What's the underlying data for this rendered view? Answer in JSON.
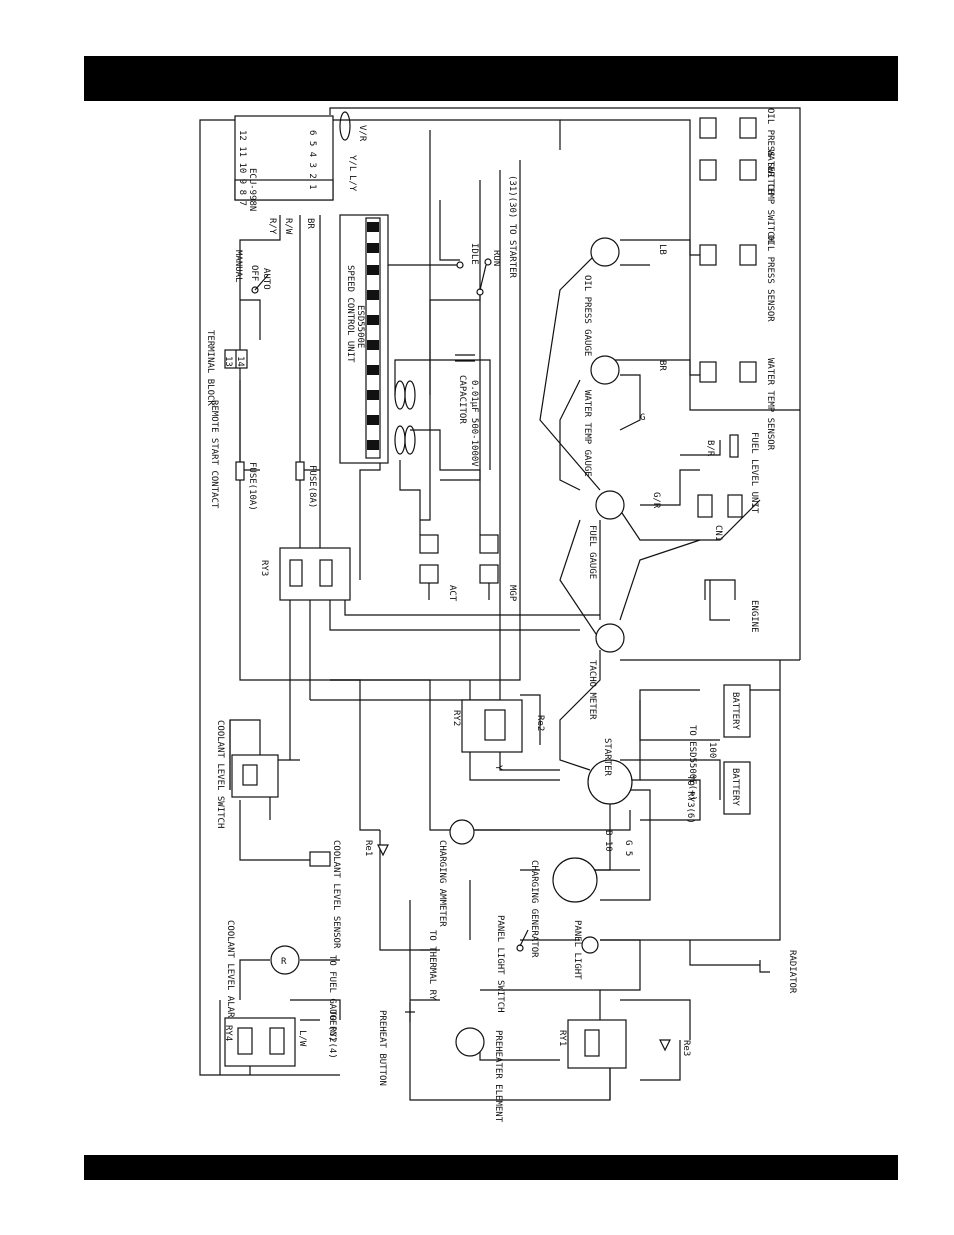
{
  "header_bar": "",
  "footer_bar": "",
  "components": {
    "ecu_model": "ECU-998N",
    "ecu_pins_top": "12 11 10 9 8 7",
    "ecu_pins_bottom": "6 5 4 3 2 1",
    "speed_control_title": "SPEED CONTROL UNIT",
    "speed_control_model": "ESD5500E",
    "capacitor_title": "CAPACITOR",
    "capacitor_rating": "0.01μF 500-1000V",
    "terminal_block": "TERMINAL BLOCK",
    "terminal_pins": [
      "13",
      "14"
    ],
    "remote_start_contact": "REMOTE START CONTACT",
    "manual_label": "MANUAL",
    "off_label": "OFF",
    "auto_label": "AUTO",
    "idle_label": "IDLE",
    "run_label": "RUN",
    "to_starter": "(31)(30) TO STARTER",
    "fuse_10a": "FUSE(10A)",
    "fuse_8a": "FUSE(8A)",
    "ry3": "RY3",
    "act": "ACT",
    "mgp": "MGP",
    "oil_press_gauge": "OIL PRESS GAUGE",
    "water_temp_gauge": "WATER TEMP GAUGE",
    "fuel_gauge": "FUEL GAUGE",
    "tacho_meter": "TACHO METER",
    "oil_press_switch": "OIL PRESS SWITCH",
    "water_temp_switch": "WATER TEMP SWITCH",
    "oil_press_sensor": "OIL PRESS SENSOR",
    "water_temp_sensor": "WATER TEMP SENSOR",
    "fuel_level_unit": "FUEL LEVEL UNIT",
    "cn1": "CN1",
    "engine": "ENGINE",
    "ry2": "RY2",
    "re2": "Re2",
    "starter": "STARTER",
    "to_esd": "TO ESD5500E(+)",
    "to_ry3": "TO RY3(6)",
    "battery": "BATTERY",
    "wire_100": "100",
    "coolant_level_switch": "COOLANT LEVEL SWITCH",
    "coolant_level_sensor": "COOLANT LEVEL SENSOR",
    "charging_ammeter": "CHARGING AMMETER",
    "charging_generator": "CHARGING GENERATOR",
    "panel_light_switch": "PANEL LIGHT SWITCH",
    "panel_light": "PANEL LIGHT",
    "radiator": "RADIATOR",
    "re1": "Re1",
    "coolant_alarm_lamp": "COOLANT LEVEL ALARM LAMP",
    "to_fuel_gauge": "TO FUEL GAUGE(G)",
    "to_thermal_ry": "TO THERMAL RY",
    "to_ry2": "TO RY2(4)",
    "ry4": "RY4",
    "preheat_button": "PREHEAT BUTTON",
    "preheater_element": "PREHEATER ELEMENT",
    "ry1": "RY1",
    "re3": "Re3"
  },
  "wire_codes": [
    "R/Y",
    "R/W",
    "BR",
    "G",
    "V/R",
    "Y/L",
    "L/Y",
    "LB",
    "B/R",
    "G/R",
    "Y",
    "L/W",
    "B 10",
    "G 5"
  ]
}
